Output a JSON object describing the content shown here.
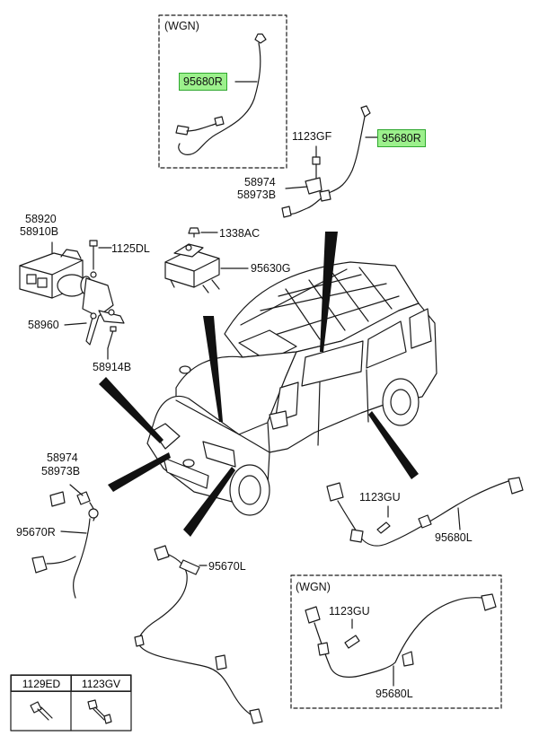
{
  "boxes": {
    "wgn_top": "(WGN)",
    "wgn_bottom": "(WGN)"
  },
  "callouts": {
    "front_right_sensor_wgn": "95680R",
    "front_right_sensor": "95680R",
    "bolt_1123GF": "1123GF",
    "bracket_58974": "58974",
    "bracket_58973B": "58973B",
    "hecu_58920": "58920",
    "hecu_58910B": "58910B",
    "bolt_1125DL": "1125DL",
    "nut_1338AC": "1338AC",
    "yaw_sensor": "95630G",
    "bracket_58960": "58960",
    "bolt_58914B": "58914B",
    "bracket_58974_left": "58974",
    "bracket_58973B_left": "58973B",
    "front_left_sensor": "95670R",
    "rear_left_sensor": "95670L",
    "bolt_1123GU": "1123GU",
    "rear_right_sensor": "95680L",
    "bolt_1123GU_wgn": "1123GU",
    "rear_right_sensor_wgn": "95680L"
  },
  "legend_table": {
    "headers": [
      "1129ED",
      "1123GV"
    ]
  }
}
